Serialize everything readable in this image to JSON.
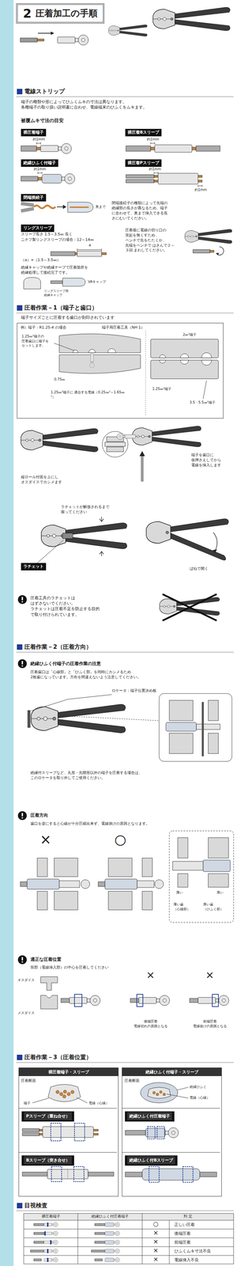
{
  "diagram": {
    "nodes": [
      {
        "text": [
          "2",
          "圧着加工の手順"
        ]
      },
      {
        "text": [
          "裸圧着端子"
        ]
      },
      {
        "text": [
          "裸圧着Bスリーブ"
        ]
      },
      {
        "text": [
          "絶縁ひふく付端子"
        ]
      },
      {
        "text": [
          "裸圧着Pスリーブ"
        ]
      },
      {
        "text": [
          "閉端接続子"
        ]
      },
      {
        "text": [
          "リングスリーブ"
        ]
      },
      {
        "text": [
          "例）端子：R1.25-4 の場合",
          "端子用圧着工具（NH 1）"
        ]
      },
      {
        "text": [
          "ラチェット"
        ]
      },
      {
        "text": [
          "裸圧着端子・スリーブ"
        ]
      },
      {
        "text": [
          "Pスリーブ（重ね合せ）"
        ],
        "in": 9
      },
      {
        "text": [
          "Bスリーブ（突き合せ）"
        ],
        "in": 9
      },
      {
        "text": [
          "絶縁ひふく付端子・スリーブ"
        ]
      },
      {
        "text": [
          "絶縁ひふく付圧着端子"
        ],
        "in": 12
      },
      {
        "text": [
          "絶縁ひふく付Bスリーブ"
        ],
        "in": 12
      }
    ],
    "labels": [
      "電線ストリップ",
      "端子の種類や形によってひふくムキの寸法は異なります。 各種端子の取り扱い説明書に合わせ、電線端末のひふくをムキます。",
      "被覆ムキ寸法の目安",
      "約1mm",
      "約1mm",
      "約1mm",
      "約1mm",
      "約1mm",
      "奥まで",
      "閉端接続子の種類によって先端の 絶縁部の長さが異なるため、端子 に合わせて、奥まで挿入できる長 さにむいてください。",
      "圧着後に電線の切り口の 突起を無くすため、 ペンチで先をたたくか、 先端をペンチで はさんで２～３回 まわしてください。",
      "スリーブ長さ 1.5～3.5㎜ 長く",
      "ニチフ製リングスリーブの場合：12～14㎜",
      "（a）+（1.5～3.5㎜）",
      "a",
      "絶縁キャップや絶縁テープで圧着箇所を 絶縁処理して接続完了です。",
      "VAキャップ",
      "リングスリーブ用 絶縁キャップ",
      "圧着作業－1（端子と歯口）",
      "端子サイズごとに圧着する歯口が刻印されています",
      "1.25㎜²端子の 圧着歯口に端子を セットします。",
      "0.75㎜",
      "1.25㎜²端子に 適合する電線（0.25㎜²～1.65㎜²）",
      "2㎜²端子",
      "1.25㎜²端子",
      "3.5・5.5㎜²端子",
      "縦ロール付面を上にし オスダイスでカシメます",
      "端子を歯口に 仮押さえしてから 電線を挿入します",
      "ラチェットが解放されるまで 握ってください",
      "ばねで開く",
      "圧着工具のラチェットは はずさないでください。 ラチェットは圧着不足を防止する目的 で取り付けられています。",
      "圧着作業－2（圧着方向）",
      "絶縁ひふく付端子の圧着作業の注意",
      "圧着歯口は「心線部」と「ひふく部」を同時にカシメるため 2枚歯になっています。方向を間違えないよう注意してください。",
      "ロケータ：端子位置決め板",
      "絶縁付スリーブなど、丸形・先開形以外の端子を圧着する場合は、 このロケータを取り外してご使用ください。",
      "圧着方向",
      "歯口を逆にすると心線が十分圧縮出来ず、電線抜けの原因となります。",
      "×",
      "○",
      "薄い",
      "厚い",
      "薄い歯 （心線部）",
      "厚い歯 （ひふく部）",
      "適正な圧着位置",
      "筒部（電線挿入部）の中心を圧着してください",
      "オスダイス",
      "メスダイス",
      "×",
      "×",
      "後端圧着 電線切れの原因となる",
      "前端圧着 電線抜けの原因となる",
      "圧着作業－3（圧着位置）",
      "圧着断面",
      "端子",
      "電線（心線）",
      "圧着断面",
      "絶縁ひふく",
      "電線（心線）",
      "目視検査",
      "裸圧着端子",
      "絶縁ひふく付圧着端子",
      "判 定",
      "○",
      "正しい圧着",
      "×",
      "後端圧着",
      "×",
      "前端圧着",
      "×",
      "ひふくムキ寸法不良",
      "×",
      "電線挿入不良"
    ]
  }
}
